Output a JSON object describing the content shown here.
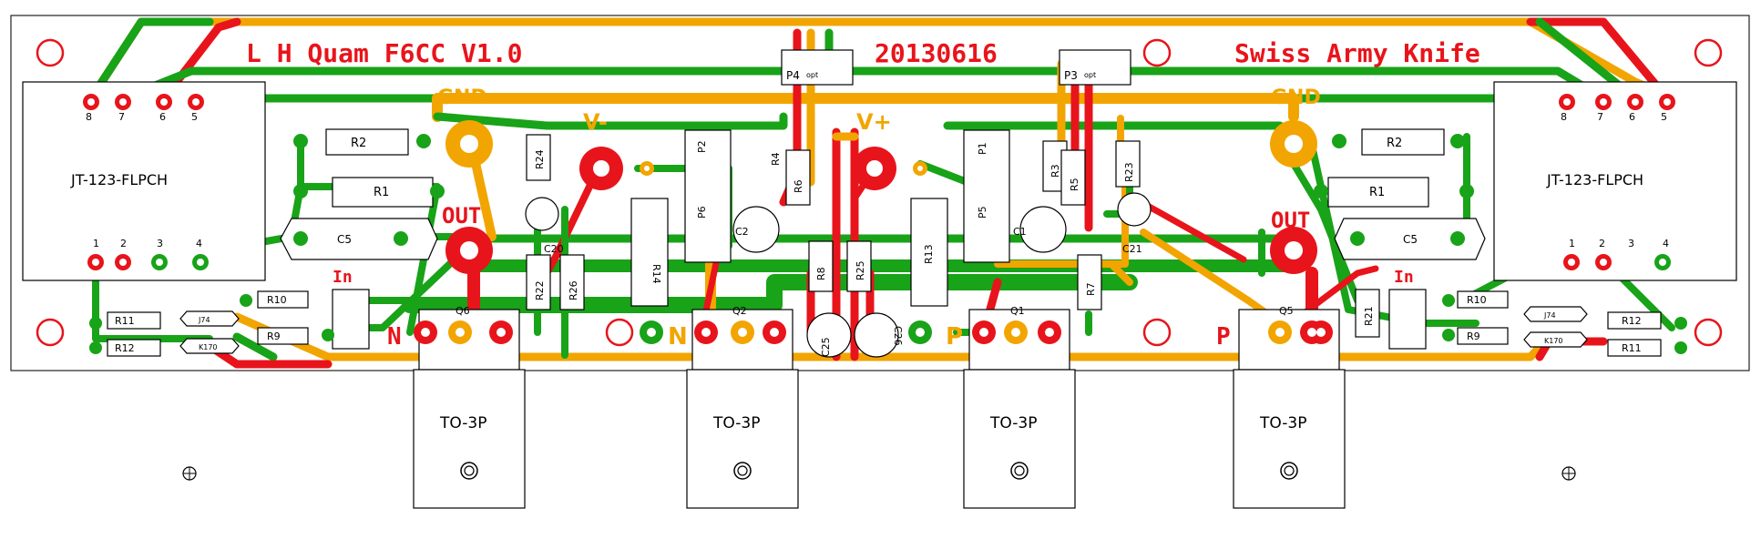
{
  "header": {
    "left": "L H Quam F6CC V1.0",
    "center": "20130616",
    "right": "Swiss Army Knife"
  },
  "nets": {
    "gnd_left": "GND",
    "gnd_right": "GND",
    "vminus": "V-",
    "vplus": "V+",
    "out_left": "OUT",
    "out_right": "OUT",
    "in_left": "In",
    "in_right": "In",
    "n1": "N",
    "n2": "N",
    "p1": "P",
    "p2": "P"
  },
  "connectors": {
    "left_label": "JT-123-FLPCH",
    "right_label": "JT-123-FLPCH",
    "top_pins_left": [
      "8",
      "7",
      "6",
      "5"
    ],
    "top_pins_right": [
      "8",
      "7",
      "6",
      "5"
    ],
    "bottom_pins": [
      "1",
      "2",
      "3",
      "4"
    ],
    "p4": "P4",
    "p3": "P3",
    "opt": "opt"
  },
  "packages": [
    "TO-3P",
    "TO-3P",
    "TO-3P",
    "TO-3P"
  ],
  "refs": {
    "R2": "R2",
    "R1": "R1",
    "C5": "C5",
    "R10": "R10",
    "R11": "R11",
    "R12": "R12",
    "R9": "R9",
    "J74": "J74",
    "K170": "K170",
    "Q6": "Q6",
    "Q2": "Q2",
    "Q1": "Q1",
    "Q5": "Q5",
    "R24": "R24",
    "R22": "R22",
    "R26": "R26",
    "C20": "C20",
    "R14": "R14",
    "P2": "P2",
    "P6": "P6",
    "C2": "C2",
    "R4": "R4",
    "R6": "R6",
    "R8": "R8",
    "R25": "R25",
    "C25": "C25",
    "C26": "C26",
    "R13": "R13",
    "P1": "P1",
    "P5": "P5",
    "C1": "C1",
    "R3": "R3",
    "R5": "R5",
    "R7": "R7",
    "R23": "R23",
    "C21": "C21",
    "R21": "R21"
  },
  "colors": {
    "green": "#18a318",
    "red": "#e8141b",
    "orange": "#f2a500",
    "outline": "#000000"
  }
}
